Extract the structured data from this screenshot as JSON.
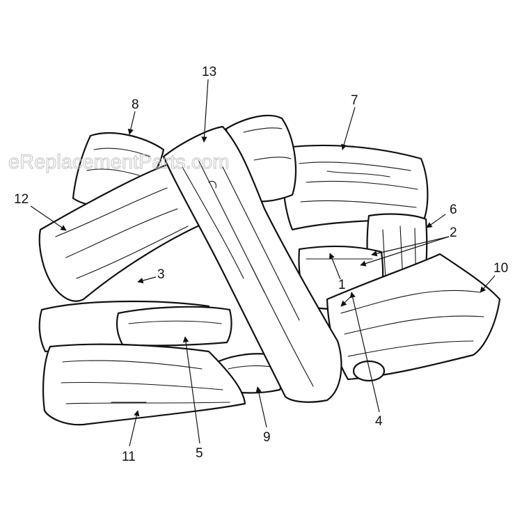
{
  "watermark": "eReplacementParts.com",
  "colors": {
    "ink": "#111111",
    "paper": "#ffffff",
    "watermark": "#bdbdbd"
  },
  "callouts": [
    {
      "id": "1",
      "label": "1"
    },
    {
      "id": "2",
      "label": "2"
    },
    {
      "id": "3",
      "label": "3"
    },
    {
      "id": "4",
      "label": "4"
    },
    {
      "id": "5",
      "label": "5"
    },
    {
      "id": "6",
      "label": "6"
    },
    {
      "id": "7",
      "label": "7"
    },
    {
      "id": "8",
      "label": "8"
    },
    {
      "id": "9",
      "label": "9"
    },
    {
      "id": "10",
      "label": "10"
    },
    {
      "id": "11",
      "label": "11"
    },
    {
      "id": "12",
      "label": "12"
    },
    {
      "id": "13",
      "label": "13"
    }
  ]
}
